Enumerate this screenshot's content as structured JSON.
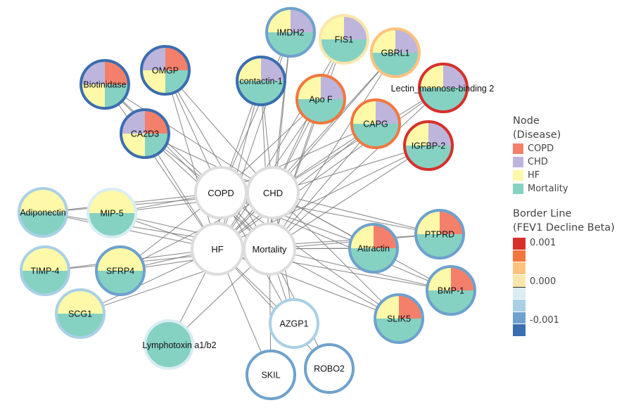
{
  "colors": {
    "COPD": "#f4806b",
    "CHD": "#beb5dc",
    "HF": "#fdf9a8",
    "Mortality": "#85d2c3",
    "hub_fill": "#ffffff",
    "hub_border": "#dddddd",
    "edge": "#7d7d7d"
  },
  "border_scale": [
    "#d7302b",
    "#f1773e",
    "#fcc27e",
    "#fae6aa",
    "#d9edf3",
    "#a9d0e5",
    "#6ea1cd",
    "#3b6db0"
  ],
  "hubs": [
    {
      "id": "COPD",
      "label": "COPD"
    },
    {
      "id": "CHD",
      "label": "CHD"
    },
    {
      "id": "HF",
      "label": "HF"
    },
    {
      "id": "Mortality",
      "label": "Mortality"
    }
  ],
  "proteins": [
    {
      "id": "imdh2",
      "label": "IMDH2",
      "diseases": [
        "CHD",
        "HF",
        "Mortality"
      ],
      "border_level": 6,
      "links": [
        "COPD",
        "CHD",
        "HF",
        "Mortality"
      ]
    },
    {
      "id": "fis1",
      "label": "FIS1",
      "diseases": [
        "CHD",
        "HF",
        "Mortality"
      ],
      "border_level": 3,
      "links": [
        "CHD",
        "HF",
        "Mortality"
      ]
    },
    {
      "id": "gbrl1",
      "label": "GBRL1",
      "diseases": [
        "CHD",
        "HF",
        "Mortality"
      ],
      "border_level": 2,
      "links": [
        "CHD",
        "HF",
        "Mortality"
      ]
    },
    {
      "id": "lectin",
      "label": "Lectin_mannose-binding 2",
      "diseases": [
        "CHD",
        "HF",
        "Mortality"
      ],
      "border_level": 0,
      "links": [
        "CHD",
        "HF",
        "Mortality"
      ]
    },
    {
      "id": "omgp",
      "label": "OMGP",
      "diseases": [
        "COPD",
        "CHD",
        "HF",
        "Mortality"
      ],
      "border_level": 7,
      "links": [
        "COPD",
        "CHD",
        "HF",
        "Mortality"
      ]
    },
    {
      "id": "biotinidase",
      "label": "Biotinidase",
      "diseases": [
        "COPD",
        "CHD",
        "HF",
        "Mortality"
      ],
      "border_level": 7,
      "links": [
        "COPD",
        "CHD",
        "HF",
        "Mortality"
      ]
    },
    {
      "id": "contactin1",
      "label": "contactin-1",
      "diseases": [
        "CHD",
        "HF",
        "Mortality"
      ],
      "border_level": 7,
      "links": [
        "COPD",
        "CHD",
        "HF",
        "Mortality"
      ]
    },
    {
      "id": "apof",
      "label": "Apo F",
      "diseases": [
        "CHD",
        "HF",
        "Mortality"
      ],
      "border_level": 1,
      "links": [
        "COPD",
        "CHD",
        "HF",
        "Mortality"
      ]
    },
    {
      "id": "capg",
      "label": "CAPG",
      "diseases": [
        "CHD",
        "HF",
        "Mortality"
      ],
      "border_level": 1,
      "links": [
        "COPD",
        "CHD",
        "HF",
        "Mortality"
      ]
    },
    {
      "id": "igfbp2",
      "label": "IGFBP-2",
      "diseases": [
        "CHD",
        "HF",
        "Mortality"
      ],
      "border_level": 0,
      "links": [
        "CHD",
        "HF",
        "Mortality"
      ]
    },
    {
      "id": "ca2d3",
      "label": "CA2D3",
      "diseases": [
        "COPD",
        "CHD",
        "HF",
        "Mortality"
      ],
      "border_level": 7,
      "links": [
        "COPD",
        "CHD",
        "HF",
        "Mortality"
      ]
    },
    {
      "id": "adiponectin",
      "label": "Adiponectin",
      "diseases": [
        "HF",
        "Mortality"
      ],
      "border_level": 5,
      "links": [
        "COPD",
        "CHD",
        "HF",
        "Mortality"
      ]
    },
    {
      "id": "mip5",
      "label": "MIP-5",
      "diseases": [
        "HF",
        "Mortality"
      ],
      "border_level": 4,
      "links": [
        "COPD",
        "CHD",
        "HF",
        "Mortality"
      ]
    },
    {
      "id": "timp4",
      "label": "TIMP-4",
      "diseases": [
        "HF",
        "Mortality"
      ],
      "border_level": 5,
      "links": [
        "HF",
        "Mortality"
      ]
    },
    {
      "id": "sfrp4",
      "label": "SFRP4",
      "diseases": [
        "HF",
        "Mortality"
      ],
      "border_level": 6,
      "links": [
        "COPD",
        "CHD",
        "HF",
        "Mortality"
      ]
    },
    {
      "id": "scg1",
      "label": "SCG1",
      "diseases": [
        "HF",
        "Mortality"
      ],
      "border_level": 5,
      "links": [
        "HF",
        "Mortality"
      ]
    },
    {
      "id": "lymphotoxin",
      "label": "Lymphotoxin a1/b2",
      "diseases": [
        "Mortality"
      ],
      "border_level": 4,
      "links": [
        "HF",
        "Mortality"
      ]
    },
    {
      "id": "azgp1",
      "label": "AZGP1",
      "diseases": [],
      "border_level": 5,
      "links": [
        "COPD",
        "CHD",
        "HF",
        "Mortality"
      ]
    },
    {
      "id": "skil",
      "label": "SKIL",
      "diseases": [],
      "border_level": 6,
      "links": [
        "HF",
        "Mortality"
      ]
    },
    {
      "id": "robo2",
      "label": "ROBO2",
      "diseases": [],
      "border_level": 6,
      "links": [
        "HF",
        "Mortality"
      ]
    },
    {
      "id": "attractin",
      "label": "Attractin",
      "diseases": [
        "COPD",
        "HF",
        "Mortality"
      ],
      "border_level": 6,
      "links": [
        "COPD",
        "CHD",
        "HF",
        "Mortality"
      ]
    },
    {
      "id": "ptprd",
      "label": "PTPRD",
      "diseases": [
        "COPD",
        "HF",
        "Mortality"
      ],
      "border_level": 6,
      "links": [
        "COPD",
        "CHD",
        "HF",
        "Mortality"
      ]
    },
    {
      "id": "bmp1",
      "label": "BMP-1",
      "diseases": [
        "COPD",
        "HF",
        "Mortality"
      ],
      "border_level": 6,
      "links": [
        "COPD",
        "CHD",
        "HF",
        "Mortality"
      ]
    },
    {
      "id": "slik5",
      "label": "SLIK5",
      "diseases": [
        "COPD",
        "HF",
        "Mortality"
      ],
      "border_level": 6,
      "links": [
        "COPD",
        "CHD",
        "HF",
        "Mortality"
      ]
    }
  ],
  "legend": {
    "node_title_1": "Node",
    "node_title_2": "(Disease)",
    "items": [
      {
        "key": "COPD",
        "label": "COPD"
      },
      {
        "key": "CHD",
        "label": "CHD"
      },
      {
        "key": "HF",
        "label": "HF"
      },
      {
        "key": "Mortality",
        "label": "Mortality"
      }
    ],
    "border_title_1": "Border Line",
    "border_title_2": "(FEV1 Decline Beta)",
    "tick_high": "0.001",
    "tick_mid": "0.000",
    "tick_low": "-0.001"
  }
}
